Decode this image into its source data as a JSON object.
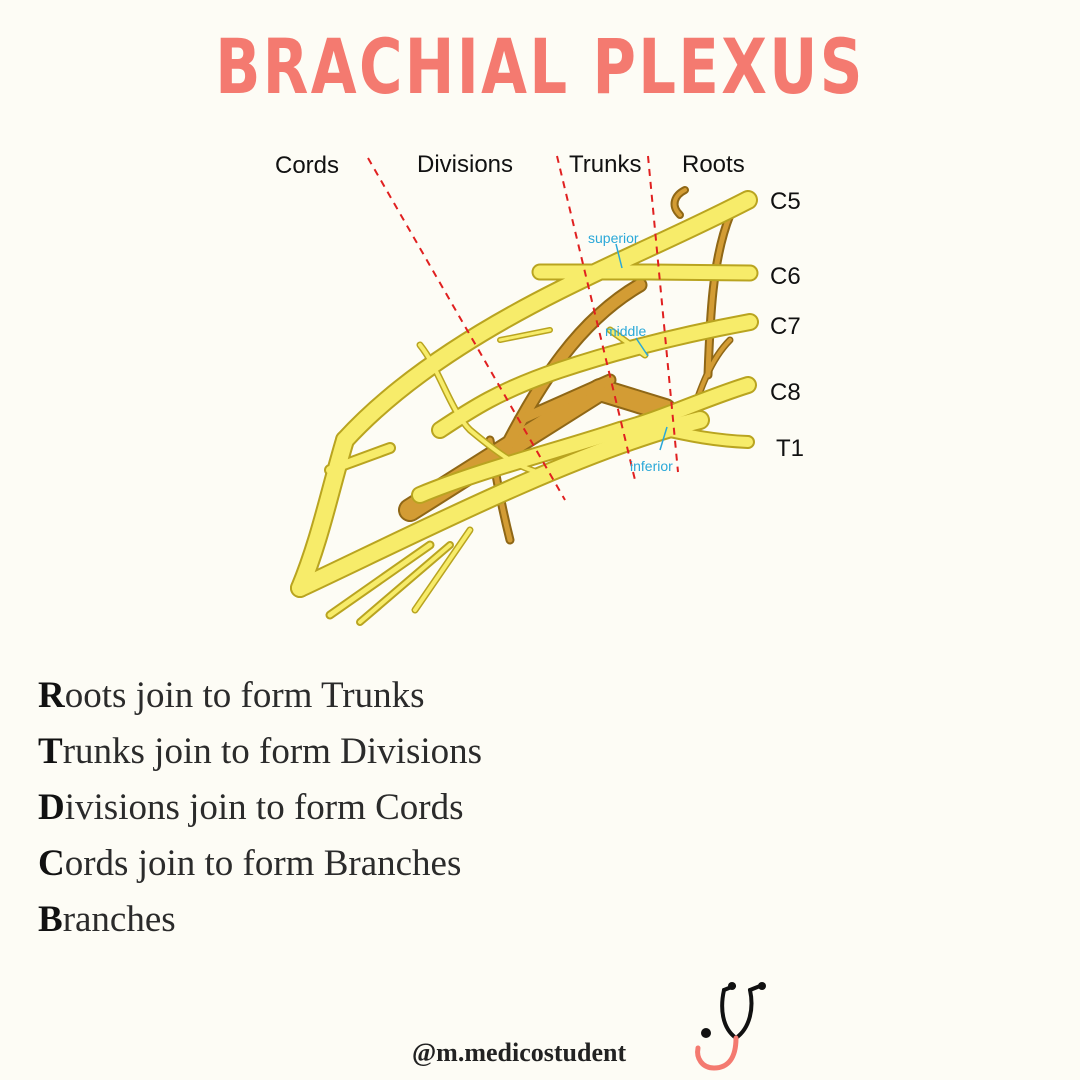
{
  "title": "BRACHIAL PLEXUS",
  "diagram": {
    "column_labels": [
      "Cords",
      "Divisions",
      "Trunks",
      "Roots"
    ],
    "root_labels": [
      "C5",
      "C6",
      "C7",
      "C8",
      "T1"
    ],
    "trunk_labels": [
      "superior",
      "middle",
      "inferior"
    ],
    "colors": {
      "nerve": "#f7ec6a",
      "nerve_outline": "#b9a420",
      "posterior_nerve": "#d39c34",
      "posterior_outline": "#8f6716",
      "divider": "#e02020",
      "label_callout": "#2aa8d8"
    }
  },
  "mnemonic": [
    {
      "initial": "R",
      "rest": "oots join to form Trunks"
    },
    {
      "initial": "T",
      "rest": "runks join to form Divisions"
    },
    {
      "initial": "D",
      "rest": "ivisions join to form Cords"
    },
    {
      "initial": "C",
      "rest": "ords join to form Branches"
    },
    {
      "initial": "B",
      "rest": "ranches"
    }
  ],
  "footer": {
    "handle": "@m.medicostudent",
    "icon": "stethoscope-icon",
    "icon_color": "#f47a70"
  }
}
